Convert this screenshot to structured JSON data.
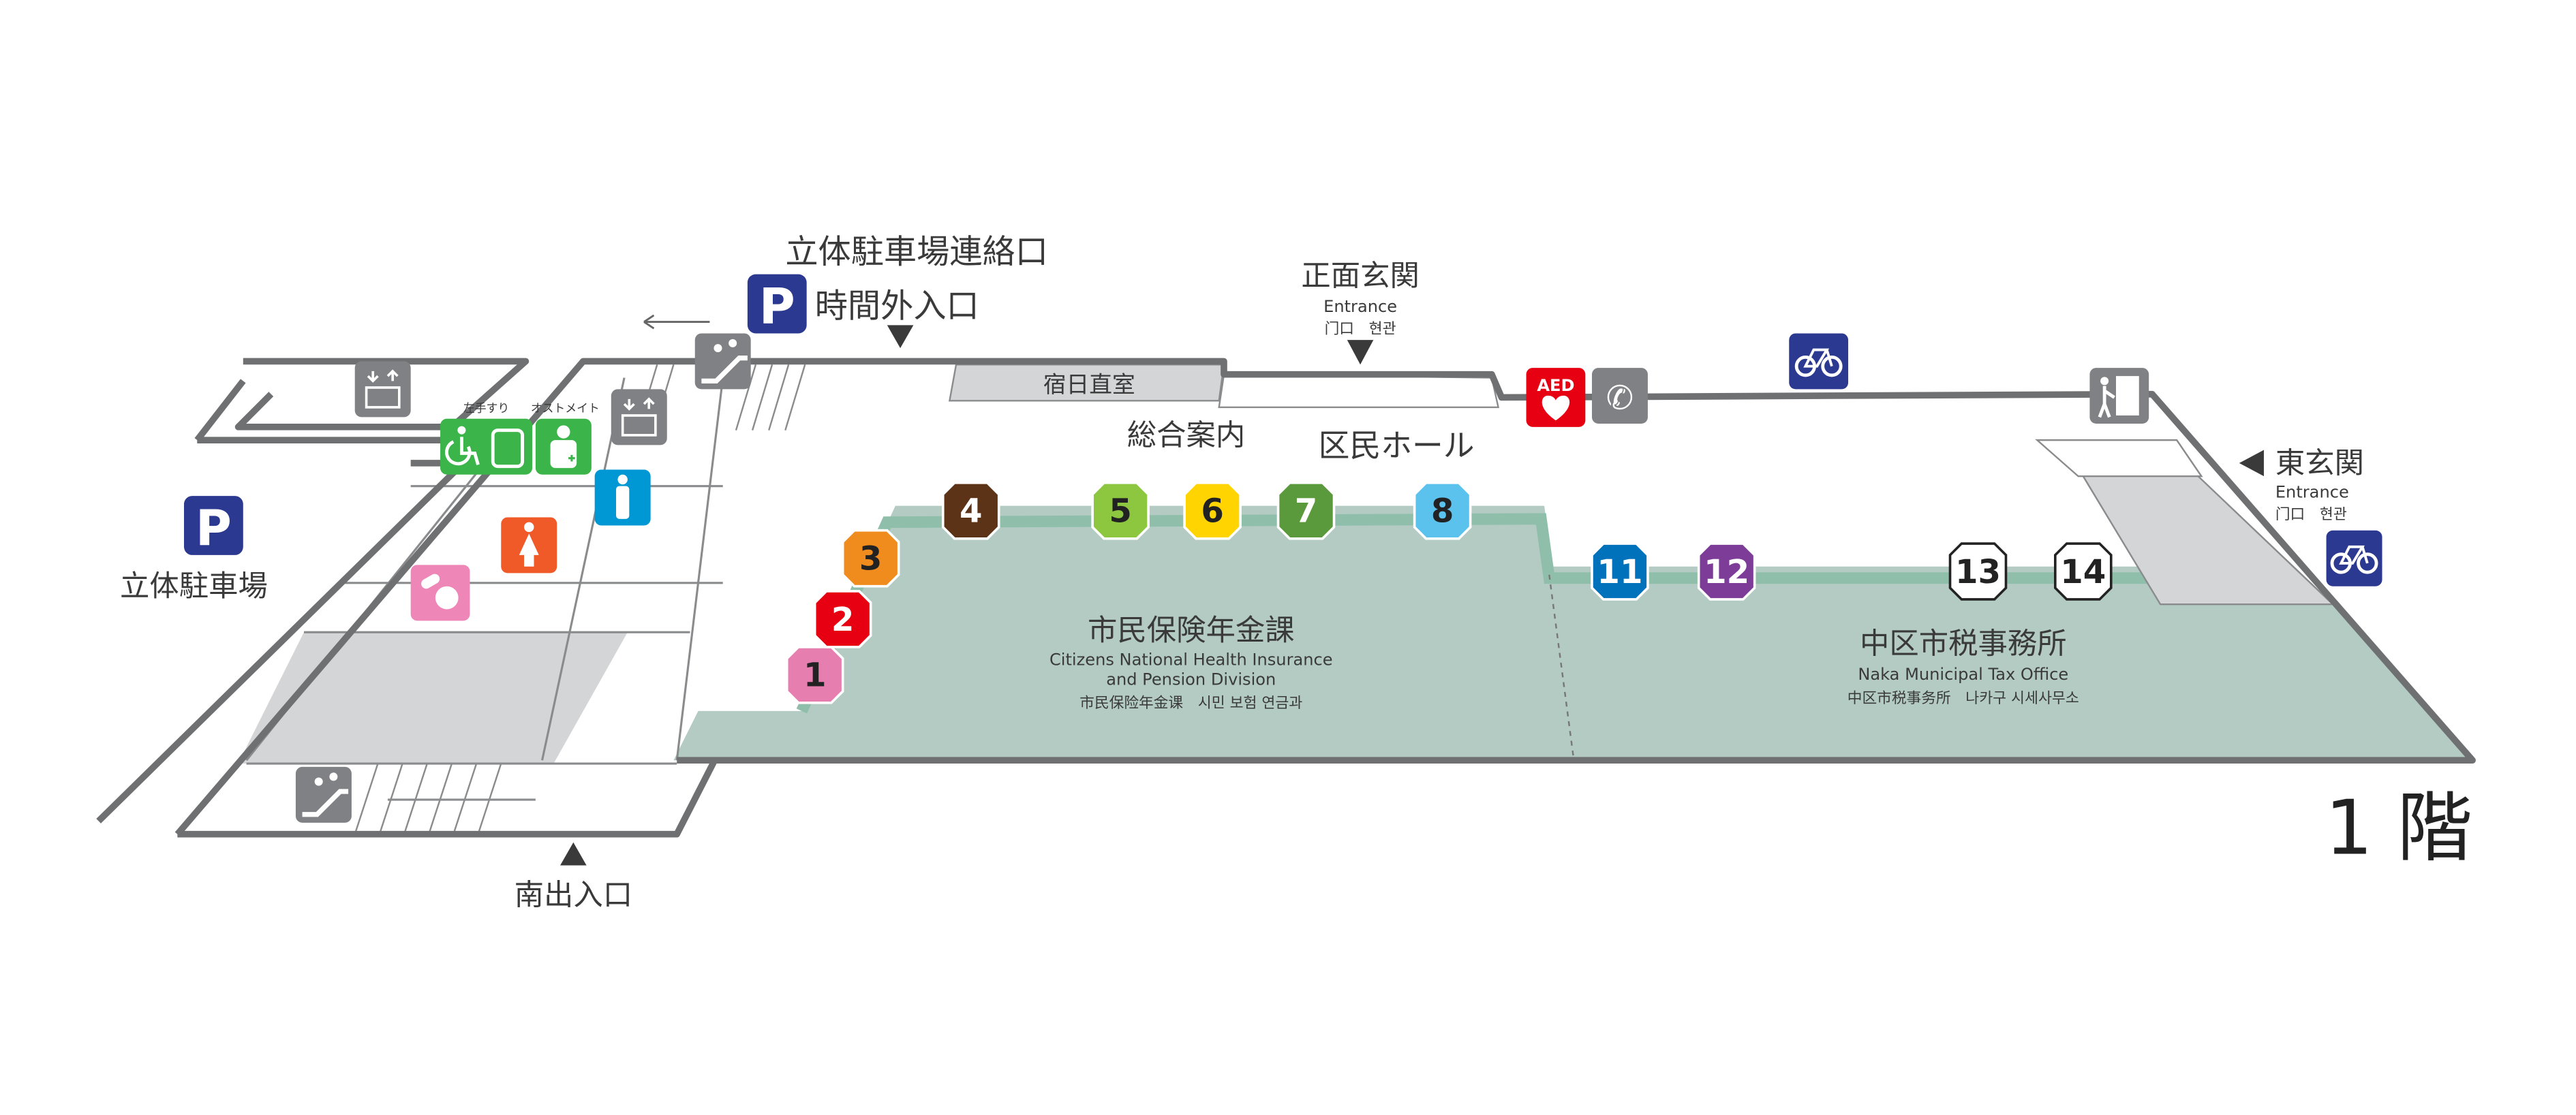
{
  "floor_label": "1 階",
  "colors": {
    "wall": "#6f7072",
    "floor": "#b3cbc3",
    "floor_edge": "#8fbfab",
    "room_gray": "#d4d5d7",
    "parking_blue": "#2b3990",
    "accessible_green": "#3bb44a",
    "icon_gray": "#808184",
    "aed_red": "#e60012"
  },
  "labels": {
    "parking_connection": "立体駐車場連絡口",
    "after_hours_entrance": "時間外入口",
    "main_entrance": "正面玄関",
    "main_entrance_en": "Entrance",
    "main_entrance_ko_zh": "门口　현관",
    "night_duty_room": "宿日直室",
    "information": "総合案内",
    "ward_hall": "区民ホール",
    "east_entrance": "東玄関",
    "east_entrance_en": "Entrance",
    "east_entrance_ko_zh": "门口　현관",
    "parking_garage": "立体駐車場",
    "south_entrance": "南出入口",
    "handrail": "左手すり",
    "ostomate": "オストメイト",
    "pension_division": "市民保険年金課",
    "pension_division_en_1": "Citizens National Health Insurance",
    "pension_division_en_2": "and Pension Division",
    "pension_division_zh_ko": "市民保险年金课　시민 보험 연금과",
    "tax_office": "中区市税事務所",
    "tax_office_en": "Naka Municipal Tax Office",
    "tax_office_zh_ko": "中区市税事务所　나카구 시세사무소"
  },
  "icons": {
    "parking_symbol": "P",
    "aed_text": "AED",
    "list": [
      "parking-icon",
      "bicycle-icon",
      "aed-icon",
      "phone-icon",
      "ticket-machine-icon",
      "elevator-icon",
      "escalator-icon",
      "wheelchair-toilet-icon",
      "ostomate-icon",
      "mens-restroom-icon",
      "womens-restroom-icon",
      "baby-care-icon"
    ]
  },
  "counters": [
    {
      "number": "1",
      "color": "#e67fb0",
      "text_color": "#222"
    },
    {
      "number": "2",
      "color": "#e60012",
      "text_color": "#fff"
    },
    {
      "number": "3",
      "color": "#f08b1d",
      "text_color": "#222"
    },
    {
      "number": "4",
      "color": "#5c3317",
      "text_color": "#fff"
    },
    {
      "number": "5",
      "color": "#8dc63f",
      "text_color": "#222"
    },
    {
      "number": "6",
      "color": "#ffd400",
      "text_color": "#222"
    },
    {
      "number": "7",
      "color": "#5a9a3c",
      "text_color": "#fff"
    },
    {
      "number": "8",
      "color": "#5bc2ee",
      "text_color": "#222"
    },
    {
      "number": "11",
      "color": "#0072bc",
      "text_color": "#fff"
    },
    {
      "number": "12",
      "color": "#7d3c98",
      "text_color": "#fff"
    },
    {
      "number": "13",
      "color": "#ffffff",
      "text_color": "#222"
    },
    {
      "number": "14",
      "color": "#ffffff",
      "text_color": "#222"
    }
  ]
}
